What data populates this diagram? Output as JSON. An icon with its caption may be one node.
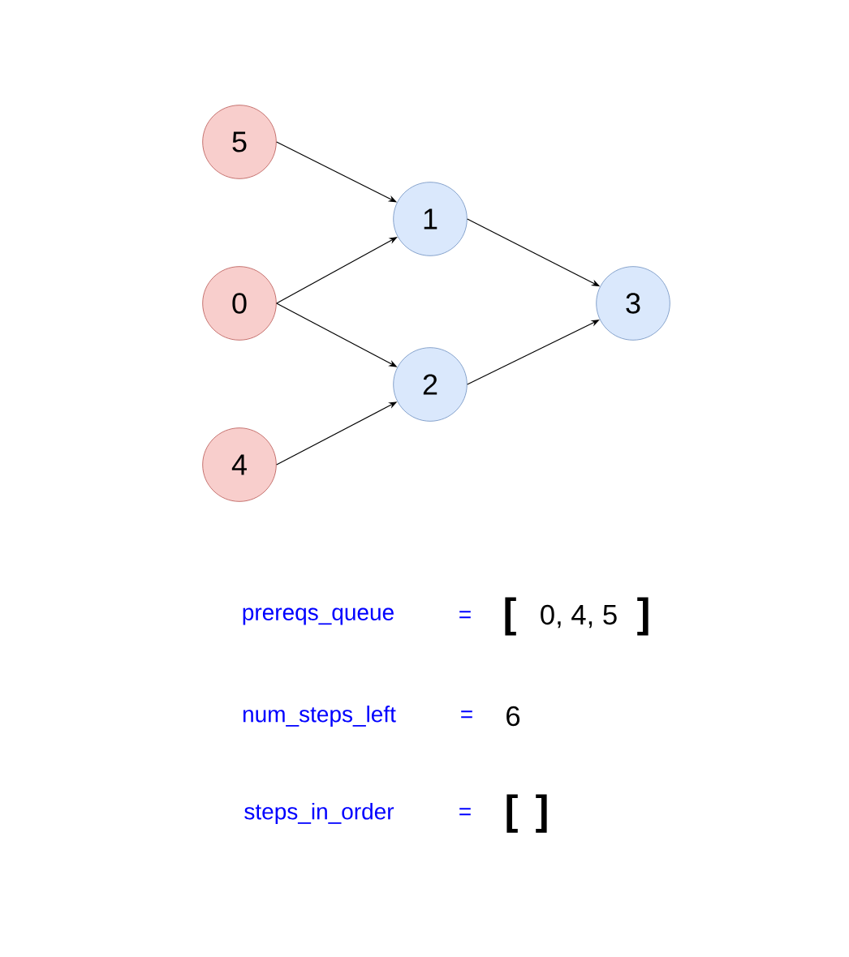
{
  "diagram": {
    "nodes": [
      {
        "text": [
          "5"
        ]
      },
      {
        "text": [
          "0"
        ]
      },
      {
        "text": [
          "4"
        ]
      },
      {
        "text": [
          "1"
        ]
      },
      {
        "text": [
          "2"
        ]
      },
      {
        "text": [
          "3"
        ]
      }
    ],
    "edges": [
      {
        "from": 0,
        "to": 3,
        "arrow": "to"
      },
      {
        "from": 1,
        "to": 3,
        "arrow": "to"
      },
      {
        "from": 1,
        "to": 4,
        "arrow": "to"
      },
      {
        "from": 2,
        "to": 4,
        "arrow": "to"
      },
      {
        "from": 3,
        "to": 5,
        "arrow": "to"
      },
      {
        "from": 4,
        "to": 5,
        "arrow": "to"
      }
    ],
    "labels": [
      "prereqs_queue",
      "=",
      "[",
      "0, 4, 5",
      "]",
      "num_steps_left",
      "=",
      "6",
      "steps_in_order",
      "=",
      "[",
      "]"
    ]
  }
}
